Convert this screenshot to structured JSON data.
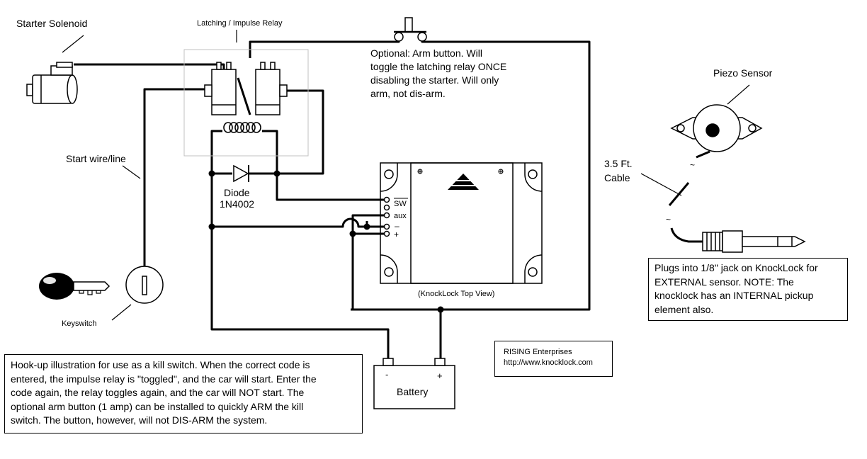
{
  "labels": {
    "starter_solenoid": "Starter Solenoid",
    "relay": "Latching / Impulse Relay",
    "arm_button_note": [
      "Optional:  Arm button.  Will",
      "toggle the latching relay ONCE",
      "disabling the starter.  Will only",
      "arm, not dis-arm."
    ],
    "piezo_sensor": "Piezo Sensor",
    "start_wire": "Start wire/line",
    "diode": "Diode",
    "diode_part": "1N4002",
    "cable": [
      "3.5 Ft.",
      "Cable"
    ],
    "keyswitch": "Keyswitch",
    "knocklock_view": "(KnockLock Top View)",
    "battery": "Battery",
    "battery_neg": "-",
    "battery_pos": "+",
    "terminals": {
      "sw": "SW",
      "aux": "aux",
      "minus": "–",
      "plus": "+"
    },
    "tilde": "~"
  },
  "note_box": [
    "Hook-up illustration for use as a kill switch.  When the correct code is",
    "entered, the impulse relay is \"toggled\", and the car will start.  Enter the",
    "code again, the relay toggles again, and the car will NOT start.  The",
    "optional arm button (1 amp) can be installed to quickly ARM the kill",
    "switch.  The button, however, will not DIS-ARM the system."
  ],
  "plug_box": [
    "Plugs into 1/8\" jack on KnockLock for",
    "EXTERNAL sensor.  NOTE: The",
    "knocklock has an INTERNAL pickup",
    "element also."
  ],
  "company_box": [
    "RISING Enterprises",
    "http://www.knocklock.com"
  ],
  "colors": {
    "ink": "#000000",
    "relay_outline": "#c0c0c0"
  }
}
